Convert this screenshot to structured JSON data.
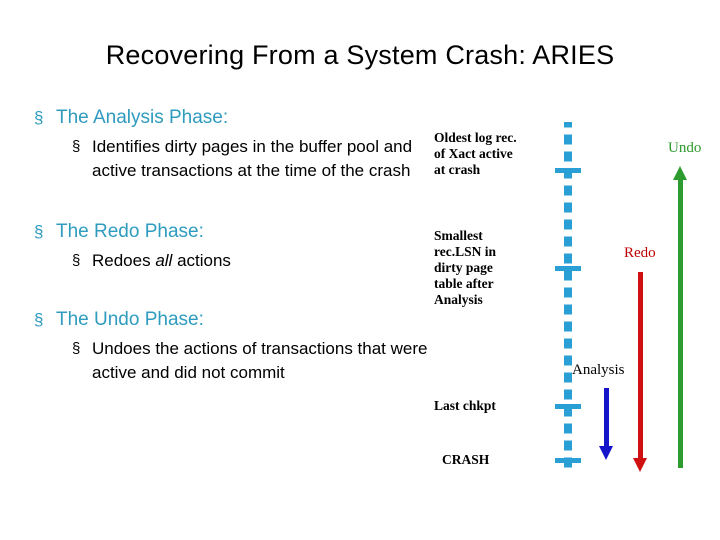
{
  "title": "Recovering From a System Crash: ARIES",
  "bullets": [
    {
      "level": 1,
      "mark": "§",
      "text": "The Analysis Phase:"
    },
    {
      "level": 2,
      "mark": "§",
      "text": "Identifies dirty pages in the buffer pool and active transactions at the time of the crash"
    },
    {
      "level": 1,
      "mark": "§",
      "text": "The Redo Phase:"
    },
    {
      "level": 2,
      "mark": "§",
      "text_before": "Redoes ",
      "text_italic": "all",
      "text_after": " actions"
    },
    {
      "level": 1,
      "mark": "§",
      "text": "The Undo Phase:"
    },
    {
      "level": 2,
      "mark": "§",
      "text": "Undoes the actions of transactions that were active and did not commit"
    }
  ],
  "diagram": {
    "labels": {
      "oldest": "Oldest log rec.\nof Xact active\nat crash",
      "oldest_line1": "Oldest log rec.",
      "oldest_line2": "of Xact active",
      "oldest_line3": "at crash",
      "smallest_line1": "Smallest",
      "smallest_line2": "rec.LSN in",
      "smallest_line3": "dirty page",
      "smallest_line4": "table after",
      "smallest_line5": "Analysis",
      "last_chkpt": "Last chkpt",
      "crash": "CRASH"
    },
    "phases": {
      "undo": "Undo",
      "redo": "Redo",
      "analysis": "Analysis"
    },
    "colors": {
      "timeline": "#2a9fd6",
      "undo": "#2e9b2e",
      "redo": "#d01010",
      "analysis": "#1414c8",
      "heading": "#2e9bbf",
      "undo_text": "#2e9b2e",
      "redo_text": "#c00000",
      "analysis_text": "#000000"
    }
  }
}
